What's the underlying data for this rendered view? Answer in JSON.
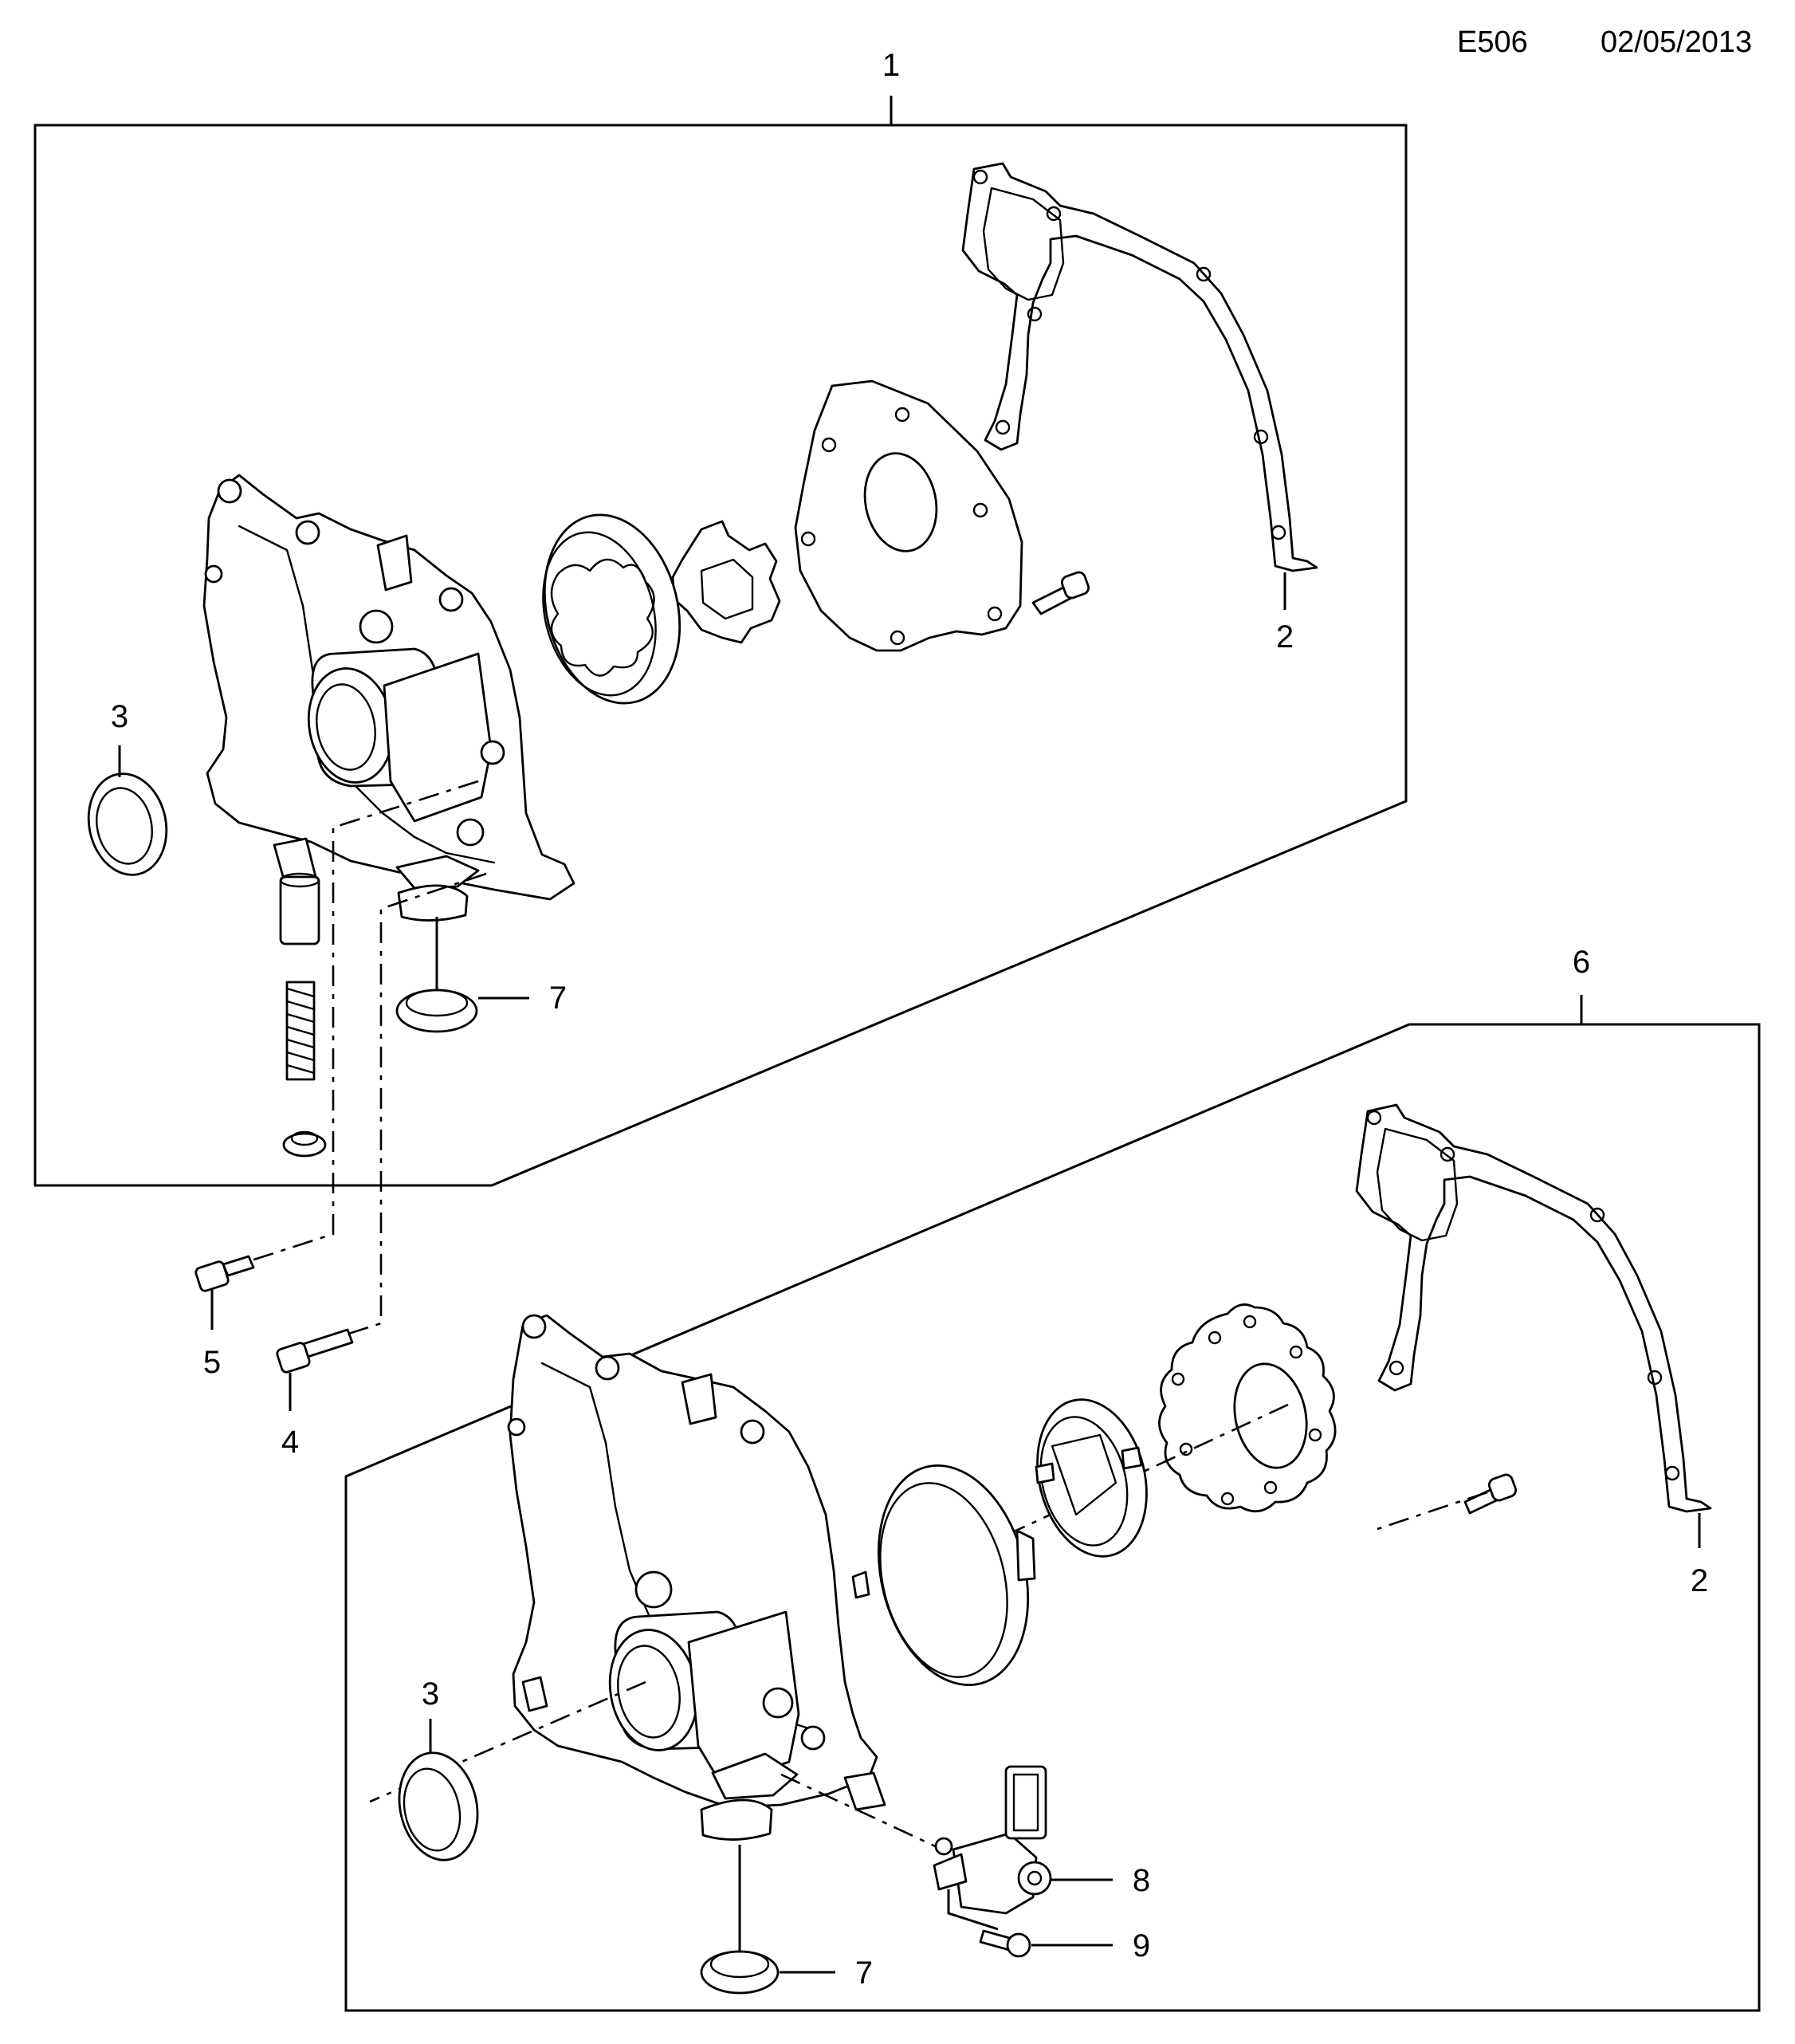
{
  "header": {
    "code": "E506",
    "date": "02/05/2013"
  },
  "callouts": {
    "top_assembly": "1",
    "gasket_top": "2",
    "gasket_bottom": "2",
    "seal_top": "3",
    "seal_bottom": "3",
    "bolt_long": "4",
    "bolt_short": "5",
    "bottom_assembly": "6",
    "oring_top": "7",
    "oring_bottom": "7",
    "solenoid": "8",
    "solenoid_bolt": "9"
  }
}
